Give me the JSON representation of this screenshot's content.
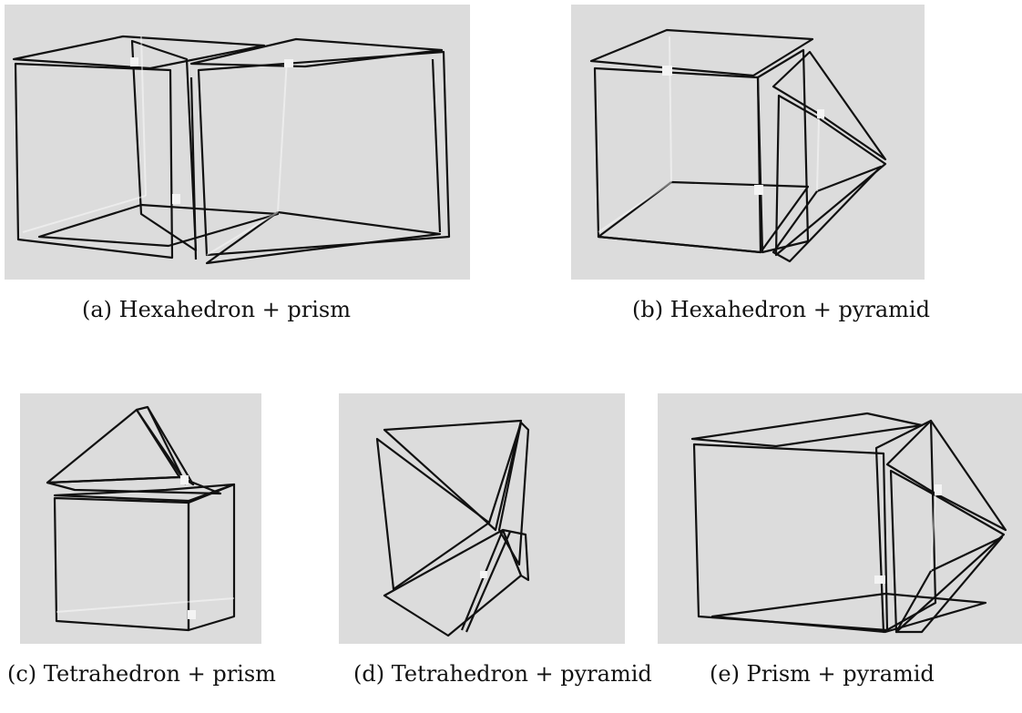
{
  "figures": [
    {
      "id": "a",
      "caption": "(a) Hexahedron + prism",
      "colors": {
        "first": "#dc5a64",
        "second": "#74d47a"
      }
    },
    {
      "id": "b",
      "caption": "(b) Hexahedron + pyramid",
      "colors": {
        "first": "#dc2a40",
        "second": "#8c6a9a"
      }
    },
    {
      "id": "c",
      "caption": "(c) Tetrahedron + prism",
      "colors": {
        "first": "#10e0b4",
        "second": "#4c58b0"
      }
    },
    {
      "id": "d",
      "caption": "(d) Tetrahedron + pyramid",
      "colors": {
        "first": "#3848c0",
        "second": "#d898a4"
      }
    },
    {
      "id": "e",
      "caption": "(e) Prism + pyramid",
      "colors": {
        "first": "#f0ba80",
        "second": "#8a2a7a"
      }
    }
  ]
}
